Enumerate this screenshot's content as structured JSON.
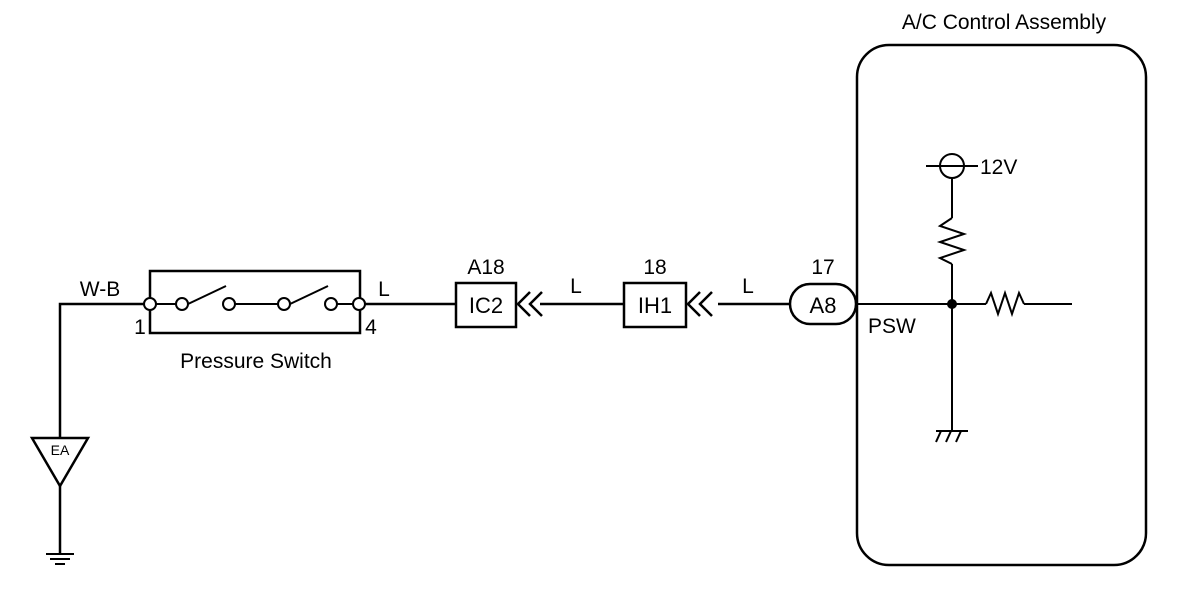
{
  "assembly": {
    "title": "A/C Control Assembly",
    "supply": "12V",
    "signal": "PSW"
  },
  "ground": {
    "label": "EA"
  },
  "wires": {
    "ground_color": "W-B",
    "left_color": "L",
    "mid_color": "L",
    "right_color": "L"
  },
  "pressure_switch": {
    "name": "Pressure Switch",
    "pin_left": "1",
    "pin_right": "4"
  },
  "connectors": [
    {
      "top_label": "A18",
      "code": "IC2"
    },
    {
      "top_label": "18",
      "code": "IH1"
    },
    {
      "top_label": "17",
      "code": "A8"
    }
  ]
}
